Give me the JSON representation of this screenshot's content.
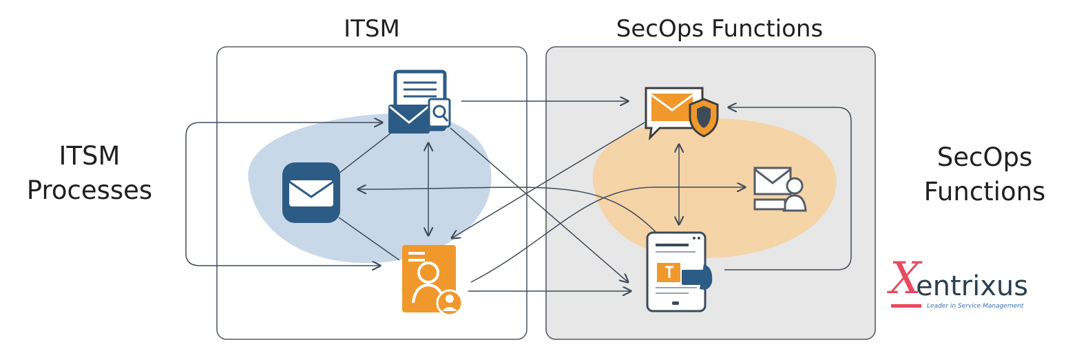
{
  "titles": {
    "itsm_panel": "ITSM",
    "secops_panel": "SecOps Functions"
  },
  "side_labels": {
    "left_line1": "ITSM",
    "left_line2": "Processes",
    "right_line1": "SecOps",
    "right_line2": "Functions"
  },
  "logo": {
    "letter": "X",
    "word": "entrixus",
    "tagline": "Leader in Service Management"
  },
  "colors": {
    "itsm_blob": "#c9d8e8",
    "secops_blob": "#f5d4a8",
    "secops_panel_bg": "#e7e7e7",
    "navy": "#2c5b85",
    "orange": "#f0982c",
    "arrow": "#3f4a58",
    "logo_red": "#e84a5f"
  },
  "icons": {
    "itsm_document_email": "document-mail-search-icon",
    "itsm_mail_app": "mail-app-icon",
    "itsm_user_profile": "user-profile-card-icon",
    "secops_shield_mail": "mail-shield-icon",
    "secops_users_mail": "mail-users-icon",
    "secops_tablet": "tablet-report-icon"
  }
}
